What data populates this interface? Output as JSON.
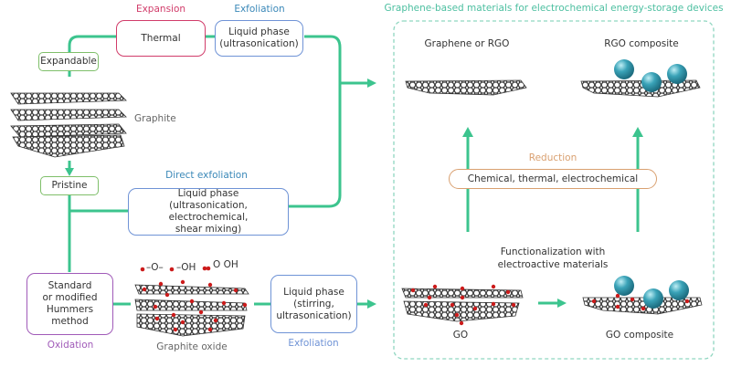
{
  "colors": {
    "flow_green": "#3cc48e",
    "expansion_red": "#d13c6a",
    "exfoliation_blue": "#3a88b8",
    "box_blue": "#6f93d6",
    "oxidation_purple": "#a05ab8",
    "pristine_green": "#7fbf6a",
    "reduction_orange": "#d9a070",
    "dashed_teal": "#8fd6c0",
    "title_teal": "#4cbfa0",
    "sphere_blue": "#3aa3b8",
    "oxygen_red": "#cc1b1b"
  },
  "top_branch": {
    "expansion_label": "Expansion",
    "thermal_box": "Thermal",
    "exfoliation_label": "Exfoliation",
    "liquid_box": "Liquid phase\n(ultrasonication)"
  },
  "left_column": {
    "expandable": "Expandable",
    "graphite_label": "Graphite",
    "pristine": "Pristine"
  },
  "direct_branch": {
    "label": "Direct exfoliation",
    "box": "Liquid phase\n(ultrasonication, electrochemical,\nshear mixing)"
  },
  "oxidation_branch": {
    "hummers_box": "Standard\nor modified\nHummers\nmethod",
    "oxidation_label": "Oxidation",
    "graphite_oxide_label": "Graphite oxide",
    "functional_groups": [
      "–O–",
      "–OH",
      "O OH"
    ],
    "liquid_box": "Liquid phase\n(stirring,\nultrasonication)",
    "exfoliation_label": "Exfoliation"
  },
  "panel": {
    "title": "Graphene-based materials for electrochemical energy-storage devices",
    "graphene_label": "Graphene or RGO",
    "rgo_composite_label": "RGO composite",
    "reduction_label": "Reduction",
    "reduction_box": "Chemical, thermal, electrochemical",
    "functionalization_label": "Functionalization with\nelectroactive materials",
    "go_label": "GO",
    "go_composite_label": "GO composite"
  }
}
